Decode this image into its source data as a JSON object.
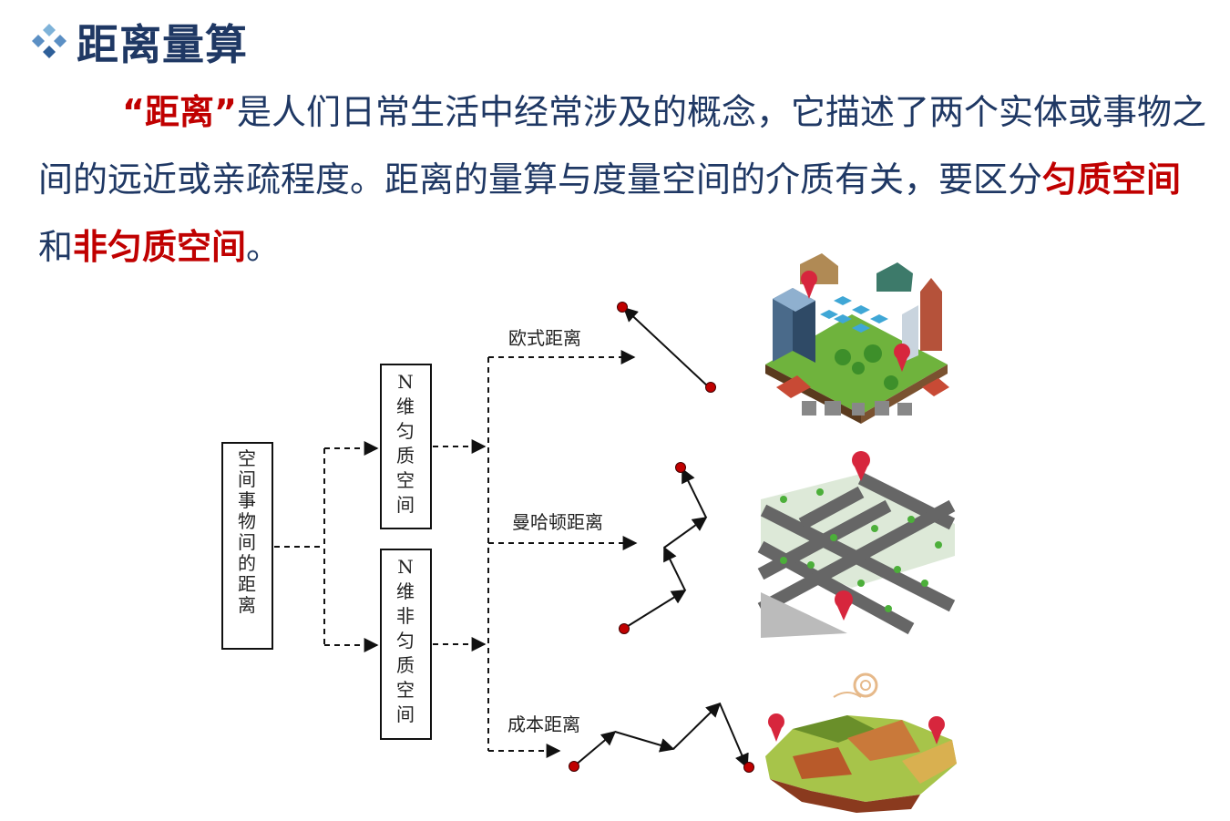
{
  "title": "距离量算",
  "paragraph": {
    "q_open": "“",
    "term": "距离",
    "q_close": "”",
    "part1": "是人们日常生活中经常涉及的概念，它描述了两个实体或事物之间的远近或亲疏程度。距离的量算与度量空间的介质有关，要区分",
    "homogeneous": "匀质空间",
    "conj": "和",
    "heterogeneous": "非匀质空间",
    "end": "。"
  },
  "diagram": {
    "root": "空间事物间的距离",
    "homogeneous_box": "N维匀质空间",
    "heterogeneous_box": "N维非匀质空间",
    "euclidean_label": "欧式距离",
    "manhattan_label": "曼哈顿距离",
    "cost_label": "成本距离"
  },
  "colors": {
    "title": "#1f3864",
    "highlight": "#c00000",
    "point": "#c00000"
  },
  "icons": [
    "diamond-icon",
    "city-illustration",
    "road-grid-illustration",
    "terrain-illustration",
    "map-pin-icon"
  ]
}
